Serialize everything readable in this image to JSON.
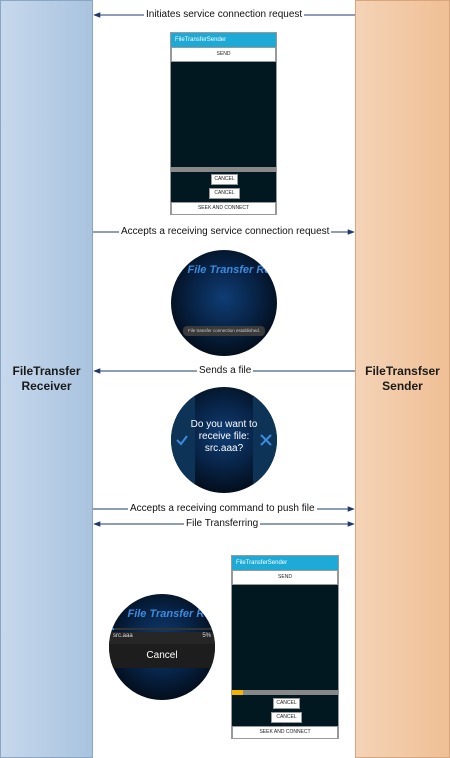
{
  "lanes": {
    "receiver": "FileTransfer\nReceiver",
    "sender": "FileTransfser\nSender"
  },
  "messages": [
    {
      "text": "Initiates service connection request",
      "direction": "to-receiver"
    },
    {
      "text": "Accepts a receiving service connection request",
      "direction": "to-sender"
    },
    {
      "text": "Sends a file",
      "direction": "to-receiver"
    },
    {
      "text": "Accepts a receiving command to push file",
      "direction": "to-sender"
    },
    {
      "text": "File Transferring",
      "direction": "both"
    }
  ],
  "phone1": {
    "title": "FileTransferSender",
    "send": "SEND",
    "cancel": "CANCEL",
    "cancel_all": "CANCEL ALL",
    "seek": "SEEK AND CONNECT"
  },
  "watch1": {
    "title": "File Transfer Rec",
    "toast": "File transfer connection established."
  },
  "watch2": {
    "question": "Do you want to\nreceive file:\nsrc.aaa?",
    "accept_icon": "check-icon",
    "reject_icon": "close-icon"
  },
  "watch3": {
    "title": "File Transfer Rec",
    "file": "src.aaa",
    "percent": "5%",
    "progress": 0.05,
    "cancel": "Cancel"
  },
  "phone2": {
    "title": "FileTransferSender",
    "send": "SEND",
    "cancel": "CANCEL",
    "cancel_all": "CANCEL ALL",
    "seek": "SEEK AND CONNECT",
    "progress": 0.1
  },
  "colors": {
    "receiver_lane": "#b5cde6",
    "sender_lane": "#f2c8a4",
    "arrow": "#1f3a6b",
    "phone_bar": "#1eaad6",
    "progress": "#f3b400"
  }
}
